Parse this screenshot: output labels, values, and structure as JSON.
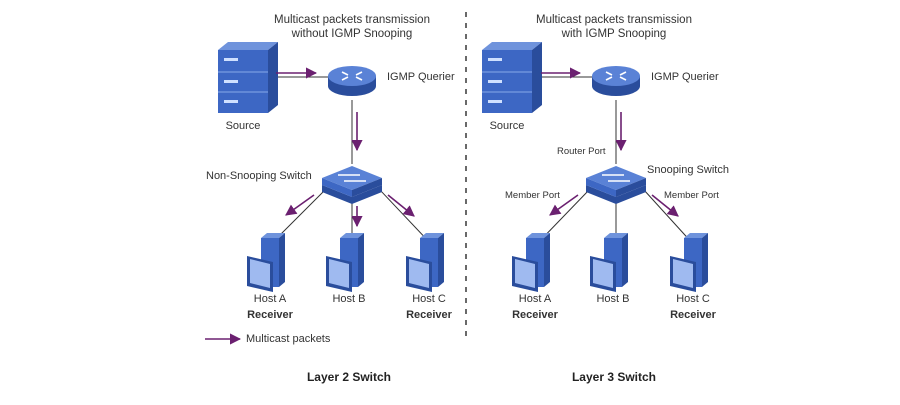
{
  "colors": {
    "device": "#3d67c4",
    "device_light": "#6f93dc",
    "device_dark": "#2a4d9c",
    "arrow": "#6b2070",
    "line": "#333333"
  },
  "left": {
    "title_line1": "Multicast packets transmission",
    "title_line2": "without IGMP Snooping",
    "source": "Source",
    "querier": "IGMP Querier",
    "switch": "Non-Snooping Switch",
    "hosts": [
      {
        "name": "Host A",
        "role": "Receiver"
      },
      {
        "name": "Host B",
        "role": ""
      },
      {
        "name": "Host C",
        "role": "Receiver"
      }
    ],
    "caption": "Layer 2 Switch"
  },
  "right": {
    "title_line1": "Multicast packets transmission",
    "title_line2": "with IGMP Snooping",
    "source": "Source",
    "querier": "IGMP Querier",
    "router_port": "Router Port",
    "switch": "Snooping Switch",
    "member_port_left": "Member Port",
    "member_port_right": "Member Port",
    "hosts": [
      {
        "name": "Host A",
        "role": "Receiver"
      },
      {
        "name": "Host B",
        "role": ""
      },
      {
        "name": "Host C",
        "role": "Receiver"
      }
    ],
    "caption": "Layer 3 Switch"
  },
  "legend": {
    "label": "Multicast packets",
    "icon": "arrow-icon"
  }
}
